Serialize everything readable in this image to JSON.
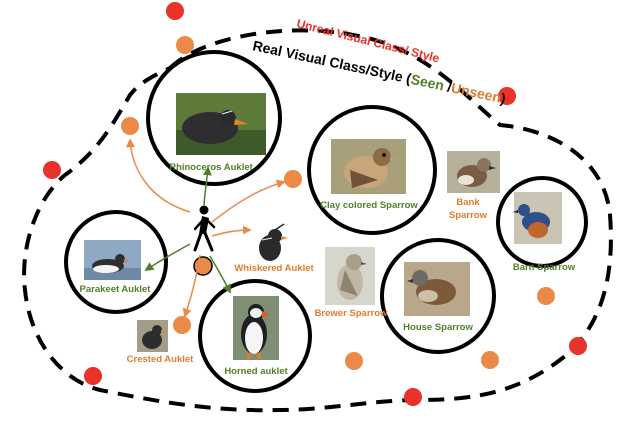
{
  "header": {
    "unreal": "Unreal Visual Class/ Style",
    "real_prefix": "Real Visual Class/Style (",
    "seen": "Seen",
    "slash": " /",
    "unseen": "Unseen",
    "close": ")"
  },
  "labels": {
    "rhinoceros": "Rhinoceros Auklet",
    "clay": "Clay colored Sparrow",
    "bank_line1": "Bank",
    "bank_line2": "Sparrow",
    "barn": "Barn  Sparrow",
    "parakeet": "Parakeet Auklet",
    "whiskered": "Whiskered  Auklet",
    "brewer": "Brewer Sparrow",
    "house": "House Sparrow",
    "crested": "Crested  Auklet",
    "horned": "Horned auklet"
  },
  "colors": {
    "seen": "#4f7f2a",
    "unseen": "#e07b2f",
    "unreal": "#e8322a",
    "red_dot": "#e8322a",
    "orange_dot": "#ea8a46",
    "ink": "#000000"
  },
  "icons": {
    "walker": "walking-person-icon"
  }
}
